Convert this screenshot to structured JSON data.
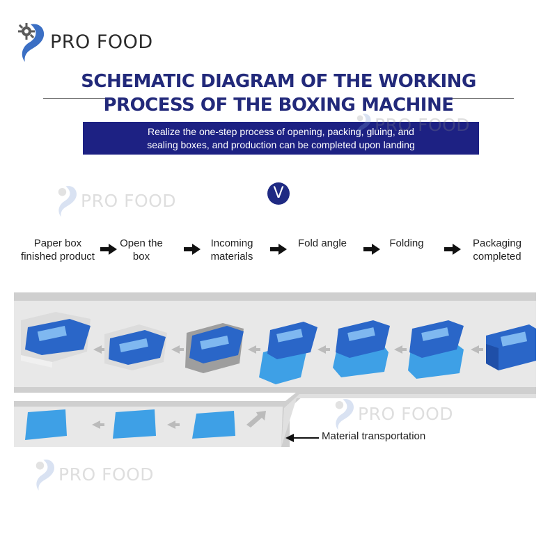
{
  "brand": {
    "name": "PRO FOOD",
    "logo_icon": "gear-swoosh-icon"
  },
  "title": {
    "line1": "SCHEMATIC DIAGRAM OF THE WORKING",
    "line2": "PROCESS OF THE BOXING MACHINE"
  },
  "banner": {
    "line1": "Realize the one-step process of opening, packing, gluing, and",
    "line2": "sealing boxes, and production can be completed upon landing"
  },
  "badge": {
    "letter": "V"
  },
  "watermark": {
    "text": "PRO FOOD"
  },
  "steps": [
    {
      "line1": "Paper box",
      "line2": "finished product"
    },
    {
      "line1": "Open the",
      "line2": "box"
    },
    {
      "line1": "Incoming",
      "line2": "materials"
    },
    {
      "line1": "Fold angle",
      "line2": ""
    },
    {
      "line1": "Folding",
      "line2": ""
    },
    {
      "line1": "Packaging",
      "line2": "completed"
    }
  ],
  "conveyor": {
    "label": "Material transportation"
  },
  "colors": {
    "navy": "#1d2183",
    "title": "#22297a",
    "blue_box": "#3ea0e6",
    "track": "#dcdcdc"
  }
}
